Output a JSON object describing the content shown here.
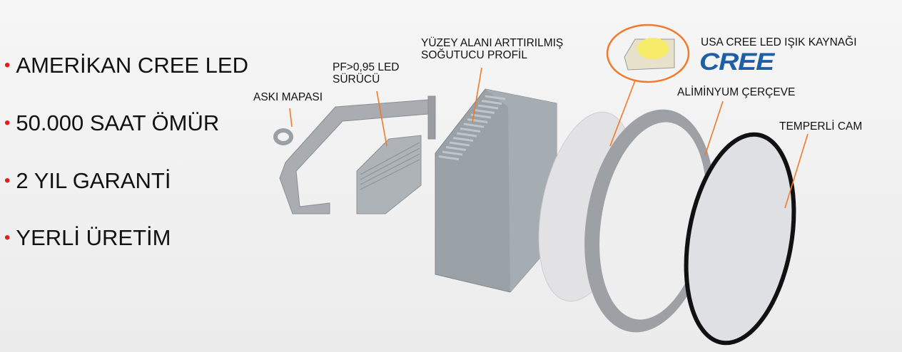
{
  "features": [
    {
      "text": "AMERİKAN CREE LED"
    },
    {
      "text": "50.000 SAAT ÖMÜR"
    },
    {
      "text": "2 YIL GARANTİ"
    },
    {
      "text": "YERLİ ÜRETİM"
    }
  ],
  "bullet_glyph": "•",
  "labels": {
    "hanger": "ASKI MAPASI",
    "driver_1": "PF>0,95 LED",
    "driver_2": "SÜRÜCÜ",
    "heatsink_1": "YÜZEY ALANI ARTTIRILMIŞ",
    "heatsink_2": "SOĞUTUCU PROFİL",
    "led_source": "USA CREE LED IŞIK KAYNAĞI",
    "frame": "ALİMİNYUM ÇERÇEVE",
    "glass": "TEMPERLİ CAM"
  },
  "logo": {
    "text": "CREE"
  },
  "colors": {
    "bullet": "#e02020",
    "callout": "#f07a2a",
    "logo": "#1d5fa6"
  }
}
